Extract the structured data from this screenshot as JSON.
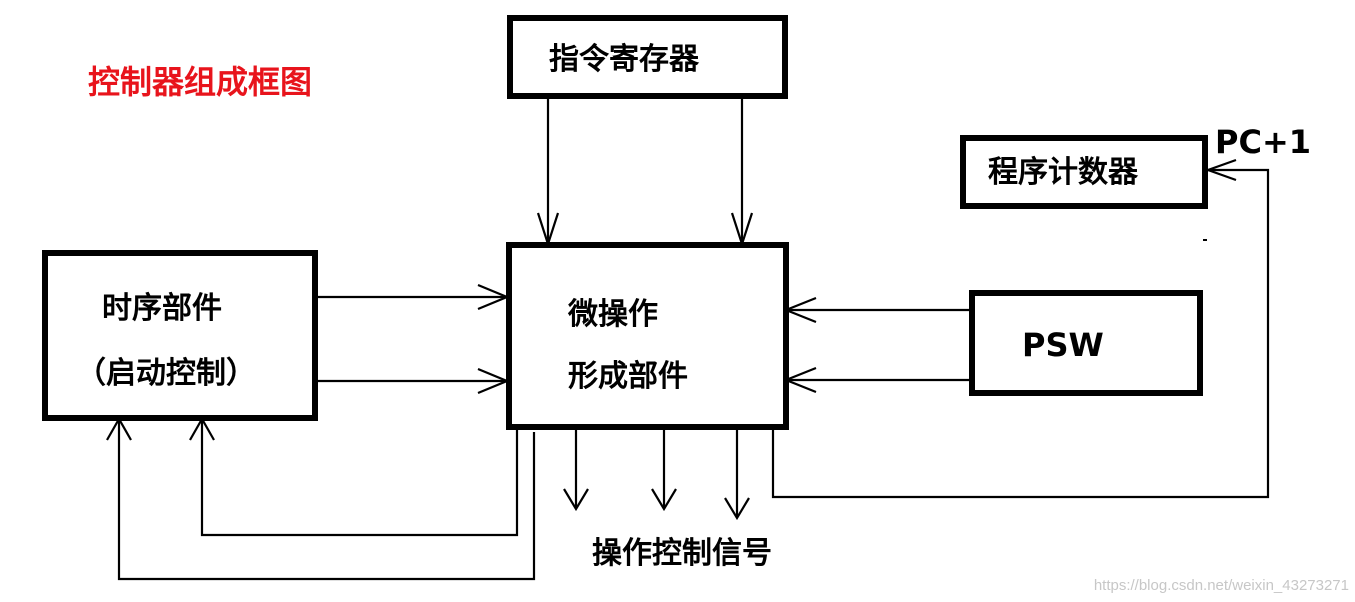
{
  "title": "控制器组成框图",
  "colors": {
    "title": "#e8141c",
    "stroke": "#000000",
    "watermark": "#c7c7c7"
  },
  "blocks": {
    "instruction_register": {
      "label": "指令寄存器"
    },
    "program_counter": {
      "label": "程序计数器"
    },
    "timing_unit": {
      "label_line1": "时序部件",
      "label_line2": "（启动控制）"
    },
    "micro_op_unit": {
      "label_line1": "微操作",
      "label_line2": "形成部件"
    },
    "psw": {
      "label": "PSW"
    }
  },
  "annotations": {
    "pc_plus_one": "PC+1",
    "output_signals": "操作控制信号"
  },
  "watermark": "https://blog.csdn.net/weixin_43273271"
}
